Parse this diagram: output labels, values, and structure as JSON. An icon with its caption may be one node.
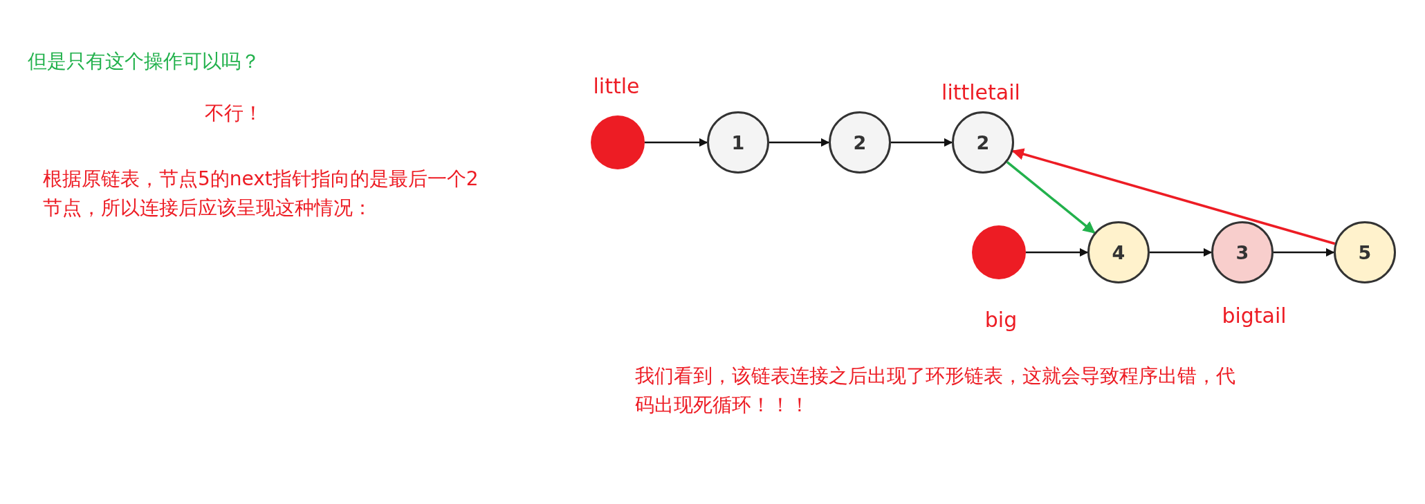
{
  "diagram": {
    "nodes": [
      {
        "text": [],
        "shape": "circle",
        "beside": [
          "little"
        ]
      },
      {
        "text": [
          "1"
        ]
      },
      {
        "text": [
          "2"
        ]
      },
      {
        "text": [
          "2"
        ],
        "beside": [
          "littletail"
        ]
      },
      {
        "text": [],
        "shape": "circle",
        "beside": [
          "big"
        ]
      },
      {
        "text": [
          "4"
        ]
      },
      {
        "text": [
          "3"
        ],
        "beside": [
          "bigtail"
        ]
      },
      {
        "text": [
          "5"
        ]
      }
    ],
    "edges": [
      {
        "from": 0,
        "to": 1,
        "arrow": "to"
      },
      {
        "from": 1,
        "to": 2,
        "arrow": "to"
      },
      {
        "from": 2,
        "to": 3,
        "arrow": "to"
      },
      {
        "from": 4,
        "to": 5,
        "arrow": "to"
      },
      {
        "from": 5,
        "to": 6,
        "arrow": "to"
      },
      {
        "from": 6,
        "to": 7,
        "arrow": "to"
      },
      {
        "from": 3,
        "to": 5,
        "arrow": "to",
        "color": "#22b14c"
      },
      {
        "from": 7,
        "to": 3,
        "arrow": "to",
        "color": "#ed1c24"
      }
    ],
    "labels": [
      "但是只有这个操作可以吗？",
      "不行！",
      "根据原链表，节点5的next指针指向的是最后一个2节点，所以连接后应该呈现这种情况：",
      "我们看到，该链表连接之后出现了环形链表，这就会导致程序出错，代码出现死循环！！！"
    ]
  }
}
